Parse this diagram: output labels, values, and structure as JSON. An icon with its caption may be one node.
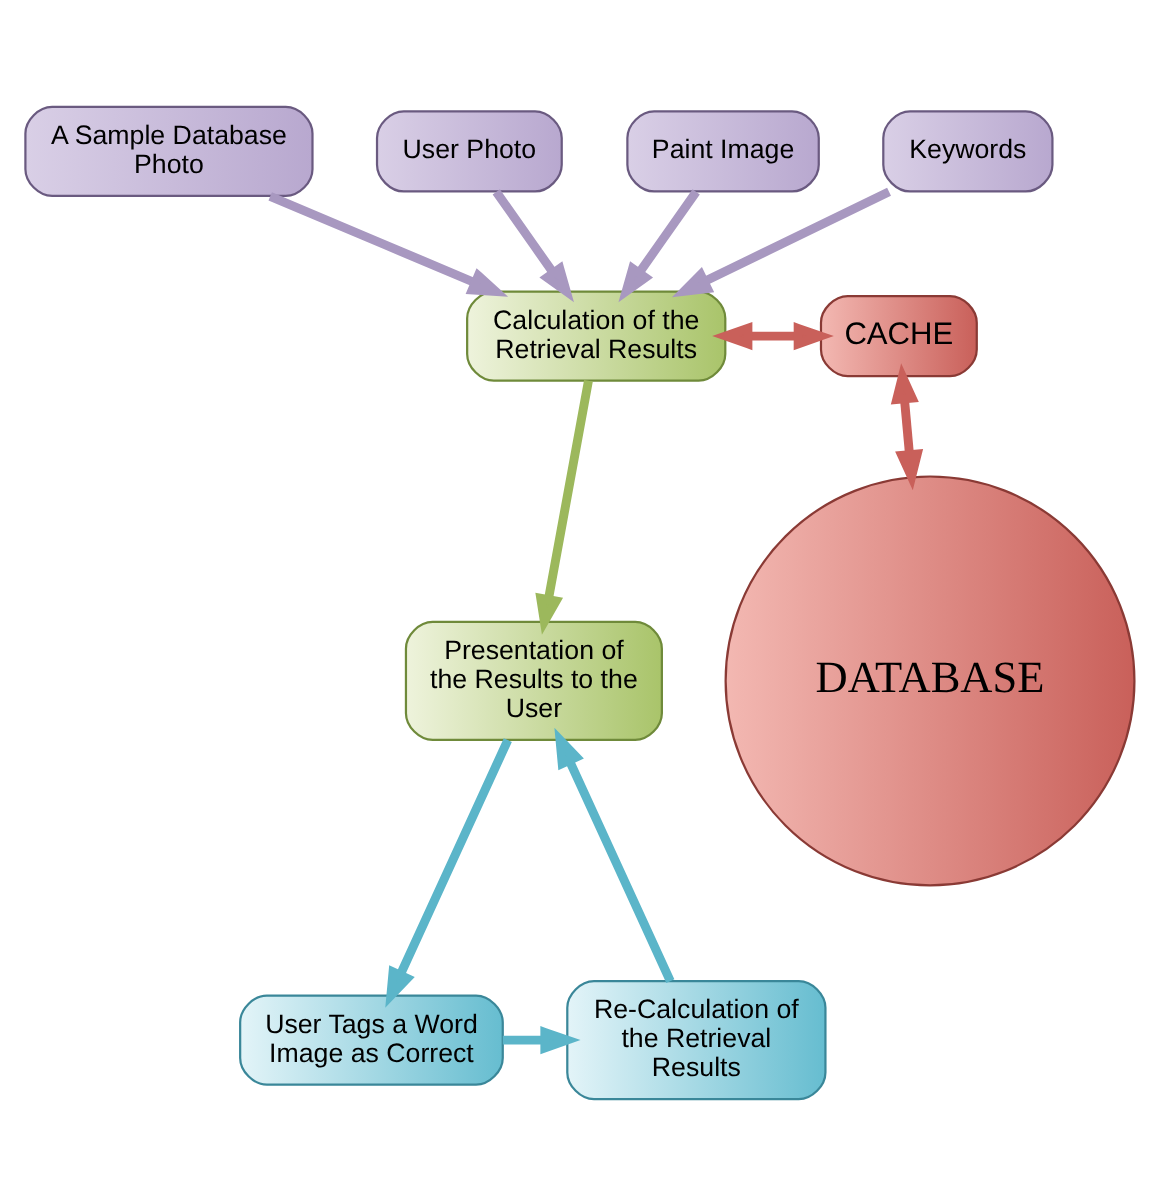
{
  "diagram": {
    "nodes": [
      {
        "text": [
          "A Sample Database Photo"
        ]
      },
      {
        "text": [
          "User Photo"
        ]
      },
      {
        "text": [
          "Paint Image"
        ]
      },
      {
        "text": [
          "Keywords"
        ]
      },
      {
        "text": [
          "Calculation of the Retrieval Results"
        ]
      },
      {
        "text": [
          "CACHE"
        ]
      },
      {
        "text": [
          "DATABASE"
        ]
      },
      {
        "text": [
          "Presentation of the Results to the User"
        ]
      },
      {
        "text": [
          "User Tags a Word Image as Correct"
        ]
      },
      {
        "text": [
          "Re-Calculation of the Retrieval Results"
        ]
      }
    ],
    "edges": [
      {
        "from": 0,
        "to": 4,
        "arrow": "to"
      },
      {
        "from": 1,
        "to": 4,
        "arrow": "to"
      },
      {
        "from": 2,
        "to": 4,
        "arrow": "to"
      },
      {
        "from": 3,
        "to": 4,
        "arrow": "to"
      },
      {
        "from": 4,
        "to": 5,
        "arrow": "both",
        "color": "#c9605a"
      },
      {
        "from": 5,
        "to": 6,
        "arrow": "both",
        "color": "#c9605a"
      },
      {
        "from": 4,
        "to": 7,
        "arrow": "to",
        "color": "#9cb85c"
      },
      {
        "from": 7,
        "to": 8,
        "arrow": "to",
        "color": "#5bb5c9"
      },
      {
        "from": 8,
        "to": 9,
        "arrow": "to",
        "color": "#5bb5c9"
      },
      {
        "from": 9,
        "to": 7,
        "arrow": "to",
        "color": "#5bb5c9"
      }
    ]
  }
}
